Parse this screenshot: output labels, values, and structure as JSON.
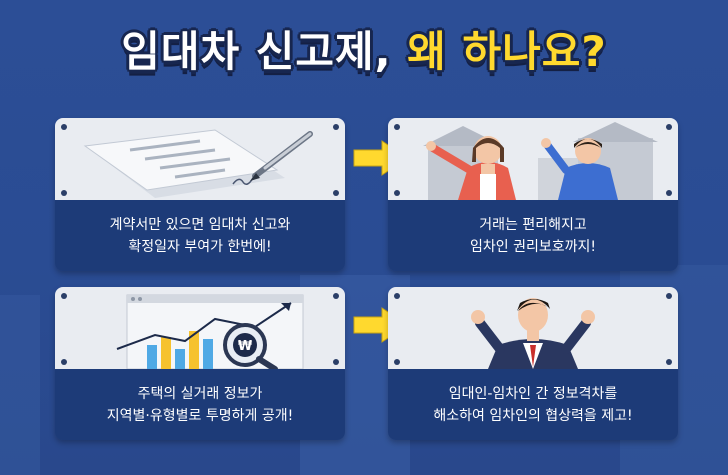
{
  "title": {
    "main": "임대차 신고제,",
    "accent": "왜 하나요?"
  },
  "cards": [
    {
      "line1": "계약서만 있으면 임대차 신고와",
      "line2": "확정일자 부여가 한번에!"
    },
    {
      "line1": "거래는 편리해지고",
      "line2": "임차인 권리보호까지!"
    },
    {
      "line1": "주택의 실거래 정보가",
      "line2": "지역별·유형별로 투명하게 공개!"
    },
    {
      "line1": "임대인-임차인 간 정보격차를",
      "line2": "해소하여 임차인의 협상력을 제고!"
    }
  ],
  "icons": {
    "contract": "contract-pen-icon",
    "people": "cheering-people-icon",
    "chart": "chart-magnifier-won-icon",
    "person": "fist-pump-businessman-icon",
    "arrow": "right-arrow-icon"
  },
  "colors": {
    "background": "#2a4c93",
    "accent_yellow": "#ffd92e",
    "card_panel": "#1d3b78",
    "card_image_bg": "#e9ecf1"
  }
}
